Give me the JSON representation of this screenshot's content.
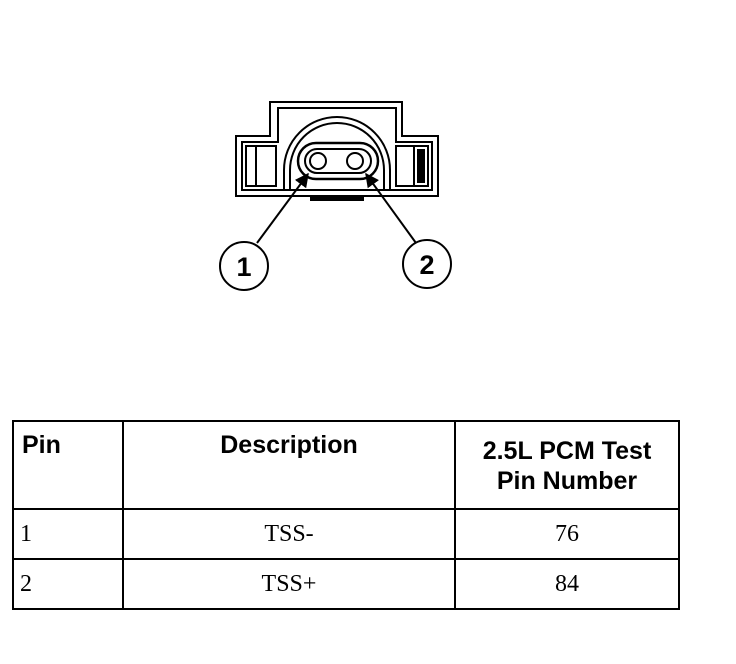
{
  "diagram": {
    "callouts": [
      "1",
      "2"
    ]
  },
  "table": {
    "headers": {
      "pin": "Pin",
      "description": "Description",
      "pin_number": "2.5L PCM Test\nPin Number"
    },
    "rows": [
      {
        "pin": "1",
        "description": "TSS-",
        "pin_number": "76"
      },
      {
        "pin": "2",
        "description": "TSS+",
        "pin_number": "84"
      }
    ]
  }
}
